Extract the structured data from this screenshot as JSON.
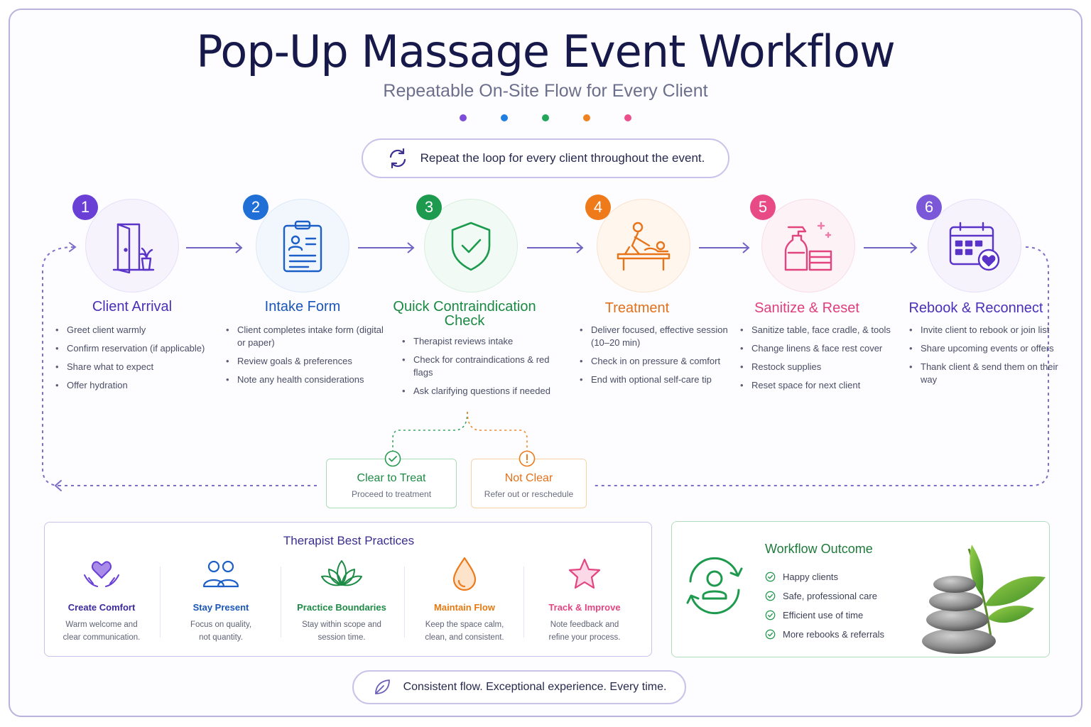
{
  "title": "Pop-Up Massage Event Workflow",
  "subtitle": "Repeatable On-Site Flow for Every Client",
  "accent_colors": [
    "#7c4ddb",
    "#1f7fe0",
    "#22a65a",
    "#f08321",
    "#ec4f8c"
  ],
  "loop_note": "Repeat the loop for every client throughout the event.",
  "steps": [
    {
      "number": "1",
      "title": "Client Arrival",
      "color": "#6a3fd6",
      "icon": "door-plant-icon",
      "bullets": [
        "Greet client warmly",
        "Confirm reservation (if applicable)",
        "Share what to expect",
        "Offer hydration"
      ]
    },
    {
      "number": "2",
      "title": "Intake Form",
      "color": "#1f6fd6",
      "icon": "clipboard-icon",
      "bullets": [
        "Client completes intake form (digital or paper)",
        "Review goals & preferences",
        "Note any health considerations"
      ]
    },
    {
      "number": "3",
      "title": "Quick Contraindication Check",
      "color": "#1d9a4d",
      "icon": "shield-check-icon",
      "bullets": [
        "Therapist reviews intake",
        "Check for contraindications & red flags",
        "Ask clarifying questions if needed"
      ]
    },
    {
      "number": "4",
      "title": "Treatment",
      "color": "#ee7a1a",
      "icon": "massage-table-icon",
      "bullets": [
        "Deliver focused, effective session (10–20 min)",
        "Check in on pressure & comfort",
        "End with optional self-care tip"
      ]
    },
    {
      "number": "5",
      "title": "Sanitize & Reset",
      "color": "#e84a86",
      "icon": "spray-bottle-icon",
      "bullets": [
        "Sanitize table, face cradle, & tools",
        "Change linens & face rest cover",
        "Restock supplies",
        "Reset space for next client"
      ]
    },
    {
      "number": "6",
      "title": "Rebook & Reconnect",
      "color": "#6a3fd6",
      "icon": "calendar-heart-icon",
      "bullets": [
        "Invite client to rebook or join list",
        "Share upcoming events or offers",
        "Thank client & send them on their way"
      ]
    }
  ],
  "decisions": {
    "clear": {
      "title": "Clear to Treat",
      "subtitle": "Proceed to treatment"
    },
    "not_clear": {
      "title": "Not Clear",
      "subtitle": "Refer out or reschedule"
    }
  },
  "best_practices": {
    "title": "Therapist Best Practices",
    "items": [
      {
        "name": "Create Comfort",
        "line1": "Warm welcome and",
        "line2": "clear communication.",
        "color": "#4a33b8",
        "icon": "heart-hands-icon"
      },
      {
        "name": "Stay Present",
        "line1": "Focus on quality,",
        "line2": "not quantity.",
        "color": "#1a5fc4",
        "icon": "people-icon"
      },
      {
        "name": "Practice Boundaries",
        "line1": "Stay within scope and",
        "line2": "session time.",
        "color": "#1d8a45",
        "icon": "lotus-icon"
      },
      {
        "name": "Maintain Flow",
        "line1": "Keep the space calm,",
        "line2": "clean, and consistent.",
        "color": "#e57a12",
        "icon": "droplet-icon"
      },
      {
        "name": "Track & Improve",
        "line1": "Note feedback and",
        "line2": "refine your process.",
        "color": "#e24580",
        "icon": "star-icon"
      }
    ]
  },
  "outcome": {
    "title": "Workflow Outcome",
    "items": [
      "Happy clients",
      "Safe, professional care",
      "Efficient use of time",
      "More rebooks & referrals"
    ]
  },
  "footer": "Consistent flow. Exceptional experience. Every time."
}
